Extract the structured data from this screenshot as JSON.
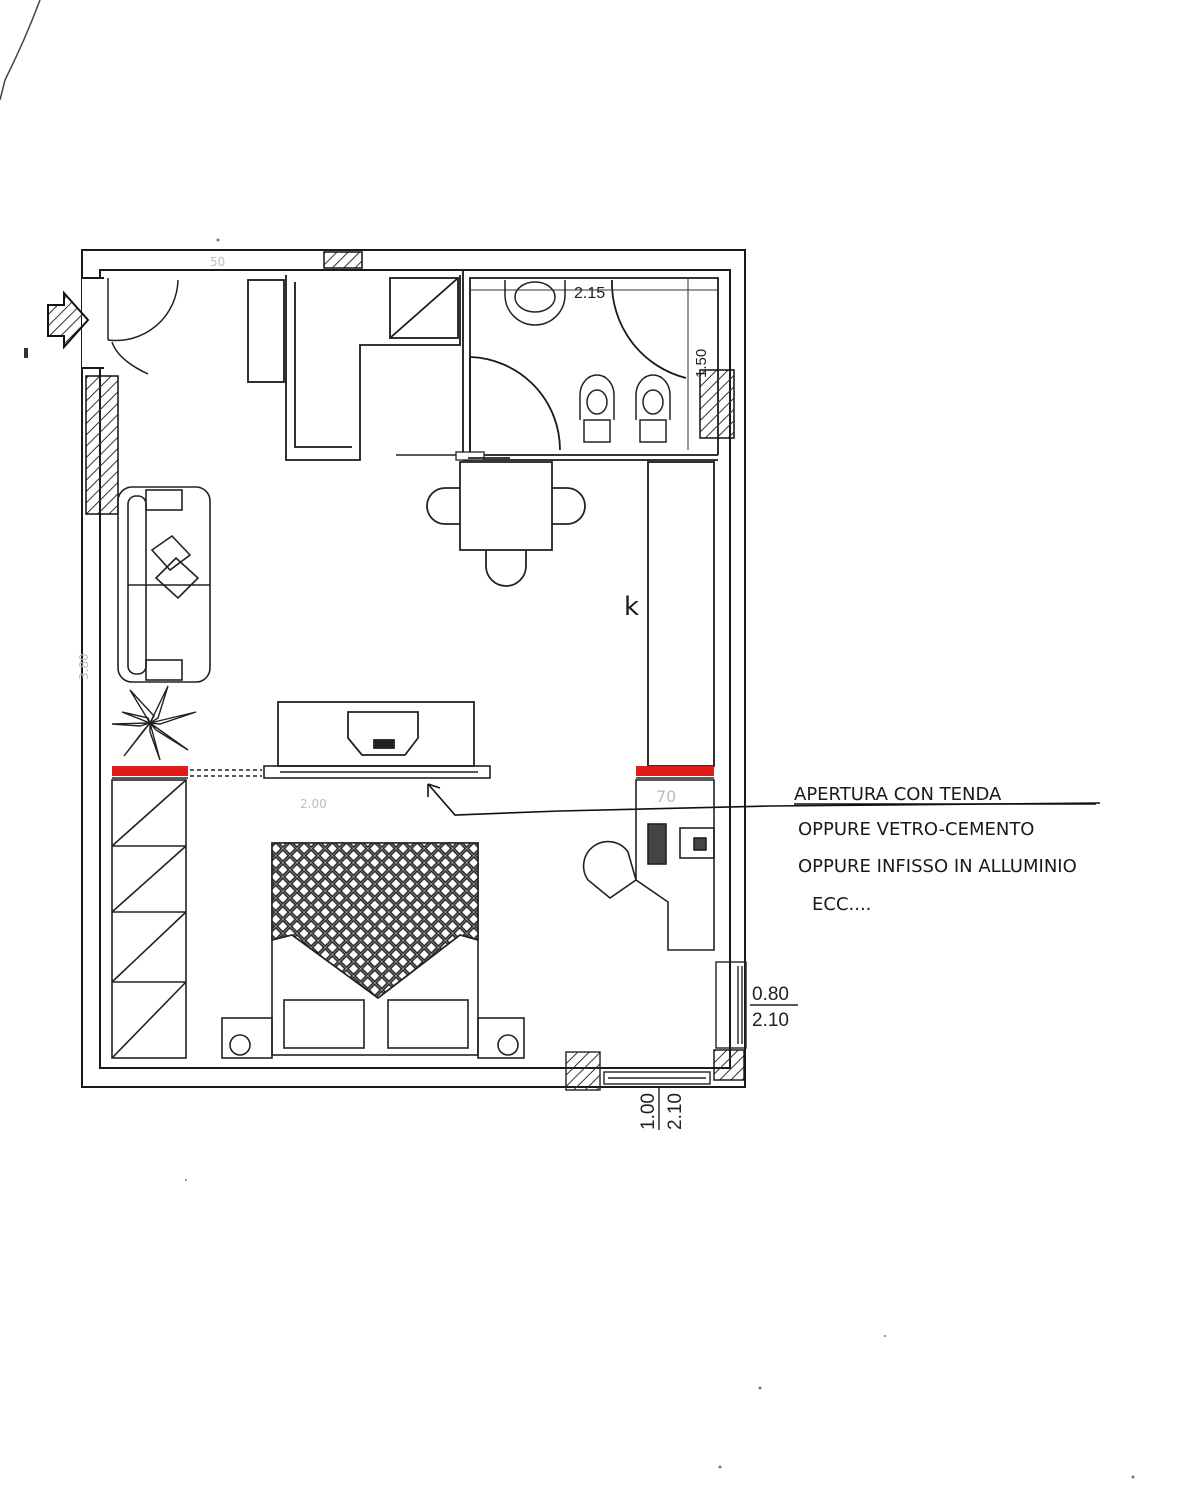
{
  "plan": {
    "dimensions": {
      "bath_width": "2.15",
      "bath_depth": "1.50",
      "top_wall_value": "50",
      "desk_width": "70",
      "window_width": "0.80",
      "window_height": "2.10",
      "door_width": "1.00",
      "door_height": "2.10"
    },
    "kitchen_mark": "k",
    "annotation": {
      "line1": "APERTURA  CON  TENDA",
      "line2": "OPPURE   VETRO-CEMENTO",
      "line3": "OPPURE   INFISSO IN ALLUMINIO",
      "line4": "ECC...."
    },
    "colors": {
      "wall": "#1a1a1a",
      "highlight": "#e01b1b",
      "hatch": "#333333"
    }
  }
}
